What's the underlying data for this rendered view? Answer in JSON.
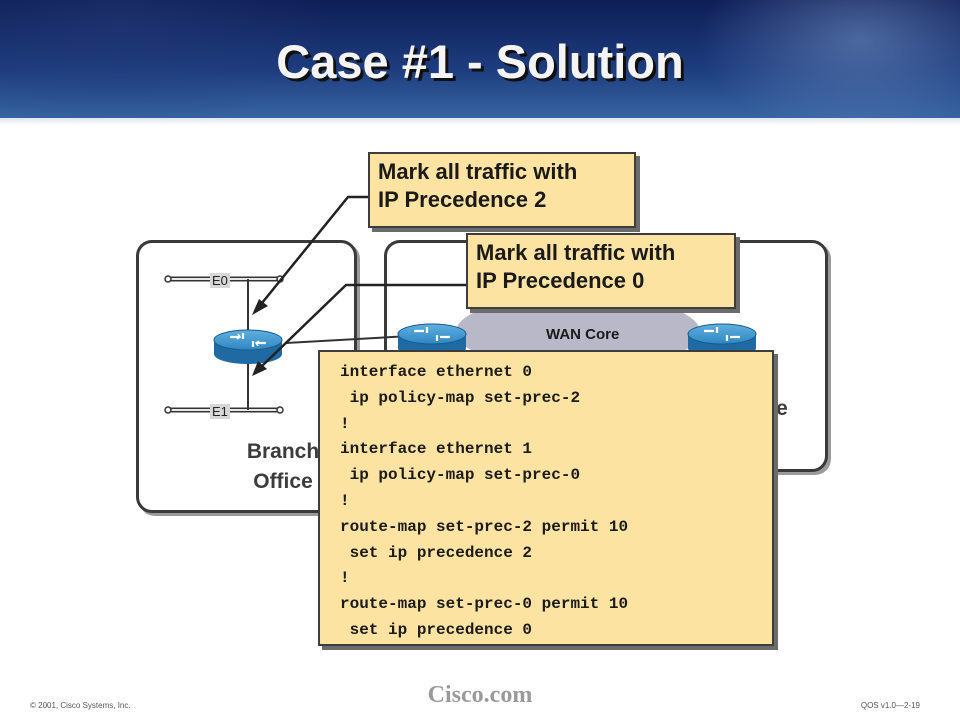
{
  "slide": {
    "title": "Case #1 - Solution"
  },
  "diagram": {
    "ports": {
      "e0": "E0",
      "e1": "E1"
    },
    "branch_label_line1": "Branch",
    "branch_label_line2": "Office",
    "central_label_partial": "re",
    "wan_core": "WAN Core",
    "routers": [
      "router-icon",
      "router-icon",
      "router-icon"
    ]
  },
  "callouts": {
    "prec2": {
      "line1": "Mark all traffic with",
      "line2": "IP Precedence 2"
    },
    "prec0": {
      "line1": "Mark all traffic with",
      "line2": "IP Precedence 0"
    }
  },
  "config": {
    "lines": [
      "interface ethernet 0",
      " ip policy-map set-prec-2",
      "!",
      "interface ethernet 1",
      " ip policy-map set-prec-0",
      "!",
      "route-map set-prec-2 permit 10",
      " set ip precedence 2",
      "!",
      "route-map set-prec-0 permit 10",
      " set ip precedence 0"
    ]
  },
  "footer": {
    "copyright": "© 2001, Cisco Systems, Inc.",
    "logo": "Cisco.com",
    "course_code": "QOS v1.0—2-19"
  },
  "colors": {
    "callout_fill": "#fde3a2",
    "router_blue": "#2f86c2",
    "cloud_gray": "#b8b8c8",
    "header_blue": "#1d3c7e"
  }
}
